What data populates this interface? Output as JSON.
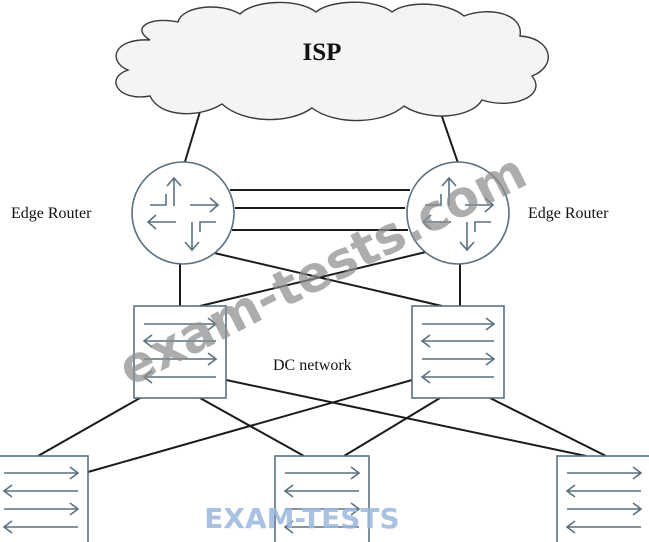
{
  "cloud": {
    "label": "ISP"
  },
  "routers": {
    "left_label": "Edge Router",
    "right_label": "Edge Router"
  },
  "network": {
    "label": "DC network"
  },
  "watermarks": {
    "diagonal": "exam-tests.com",
    "logo": "EXAM-TESTS",
    "color": "#8e8e8e",
    "logo_color": "#9bb8dc"
  },
  "colors": {
    "line": "#1b1b1b",
    "device_outline": "#5a7181",
    "cloud_fill": "#f4f4f4"
  }
}
